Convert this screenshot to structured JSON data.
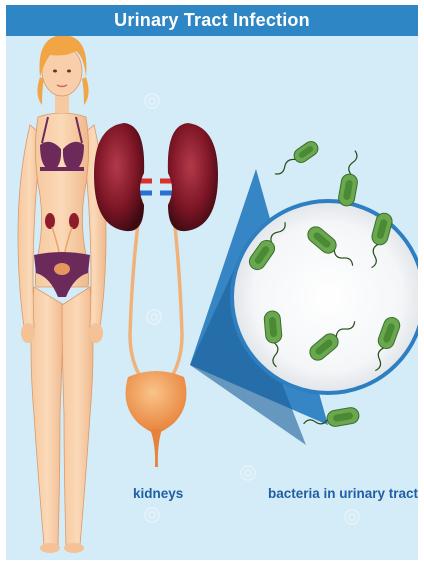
{
  "title": "Urinary Tract Infection",
  "labels": {
    "kidneys": "kidneys",
    "bacteria": "bacteria in urinary tract"
  },
  "colors": {
    "background": "#d4ecf7",
    "title_bar": "#2f86c5",
    "label_text": "#1f5fa5",
    "kidney": "#8e1c2b",
    "bladder": "#f3a35e",
    "bacteria": "#6aa84f",
    "magnifier_border": "#2d7fc1"
  }
}
